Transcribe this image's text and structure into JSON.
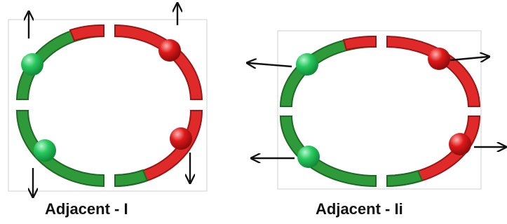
{
  "colors": {
    "green_band": "#2e9a3a",
    "green_band_dark": "#1d6a24",
    "red_band": "#e02a2a",
    "red_band_dark": "#9e1414",
    "green_ball": "#27c95e",
    "red_ball": "#e01818",
    "arrow": "#111111",
    "frame": "#cccccc"
  },
  "panels": [
    {
      "caption": "Adjacent - I",
      "balls": [
        {
          "color": "green",
          "arrow": "up"
        },
        {
          "color": "red",
          "arrow": "up"
        },
        {
          "color": "green",
          "arrow": "down"
        },
        {
          "color": "red",
          "arrow": "down"
        }
      ]
    },
    {
      "caption": "Adjacent - Ii",
      "balls": [
        {
          "color": "green",
          "arrow": "left"
        },
        {
          "color": "red",
          "arrow": "right"
        },
        {
          "color": "green",
          "arrow": "left"
        },
        {
          "color": "red",
          "arrow": "right"
        }
      ]
    }
  ],
  "icons": [
    "green-ball-icon",
    "red-ball-icon",
    "arrow-up-icon",
    "arrow-down-icon",
    "arrow-left-icon",
    "arrow-right-icon"
  ]
}
